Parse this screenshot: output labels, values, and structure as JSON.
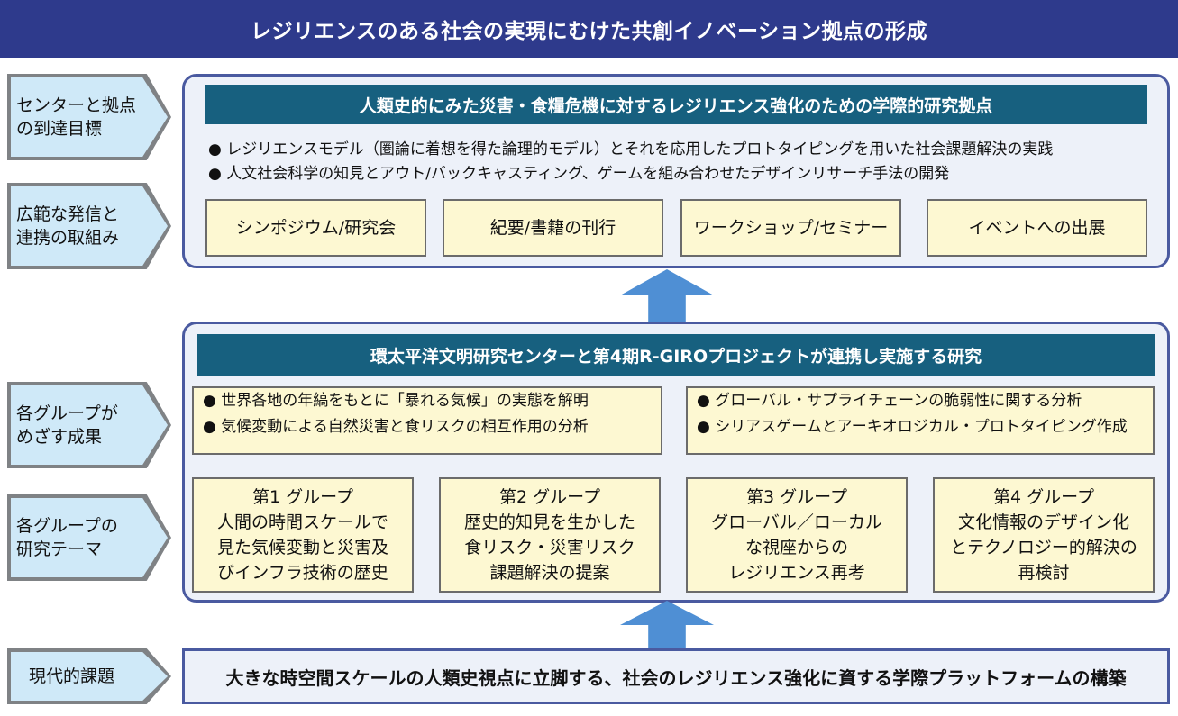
{
  "banner": {
    "title": "レジリエンスのある社会の実現にむけた共創イノベーション拠点の形成"
  },
  "side_labels": {
    "goal": "センターと拠点\nの到達目標",
    "outreach": "広範な発信と\n連携の取組み",
    "outcomes": "各グループが\nめざす成果",
    "themes": "各グループの\n研究テーマ",
    "issue": "現代的課題"
  },
  "top_panel": {
    "title": "人類史的にみた災害・食糧危機に対するレジリエンス強化のための学際的研究拠点",
    "bullets": [
      "● レジリエンスモデル（圏論に着想を得た論理的モデル）とそれを応用したプロトタイピングを用いた社会課題解決の実践",
      "● 人文社会科学の知見とアウト/バックキャスティング、ゲームを組み合わせたデザインリサーチ手法の開発"
    ],
    "activities": [
      "シンポジウム/研究会",
      "紀要/書籍の刊行",
      "ワークショップ/セミナー",
      "イベントへの出展"
    ]
  },
  "middle_panel": {
    "title": "環太平洋文明研究センターと第4期R-GIROプロジェクトが連携し実施する研究",
    "outcomes_left": [
      "● 世界各地の年縞をもとに「暴れる気候」の実態を解明",
      "● 気候変動による自然災害と食リスクの相互作用の分析"
    ],
    "outcomes_right": [
      "● グローバル・サプライチェーンの脆弱性に関する分析",
      "● シリアスゲームとアーキオロジカル・プロトタイピング作成"
    ],
    "groups": [
      {
        "name": "第1 グループ",
        "lines": [
          "人間の時間スケールで",
          "見た気候変動と災害及",
          "びインフラ技術の歴史"
        ]
      },
      {
        "name": "第2 グループ",
        "lines": [
          "歴史的知見を生かした",
          "食リスク・災害リスク",
          "課題解決の提案"
        ]
      },
      {
        "name": "第3 グループ",
        "lines": [
          "グローバル／ローカル",
          "な視座からの",
          "レジリエンス再考"
        ]
      },
      {
        "name": "第4 グループ",
        "lines": [
          "文化情報のデザイン化",
          "とテクノロジー的解決の",
          "再検討"
        ]
      }
    ]
  },
  "bottom": {
    "text": "大きな時空間スケールの人類史視点に立脚する、社会のレジリエンス強化に資する学際プラットフォームの構築"
  },
  "colors": {
    "banner": "#2e3a8c",
    "panel_title": "#17607f",
    "panel_border": "#4a5aa0",
    "panel_fill": "#edf1f9",
    "yellow_box": "#fdf8d2",
    "side_label": "#cfe9f8",
    "arrow": "#4f8fd4"
  }
}
